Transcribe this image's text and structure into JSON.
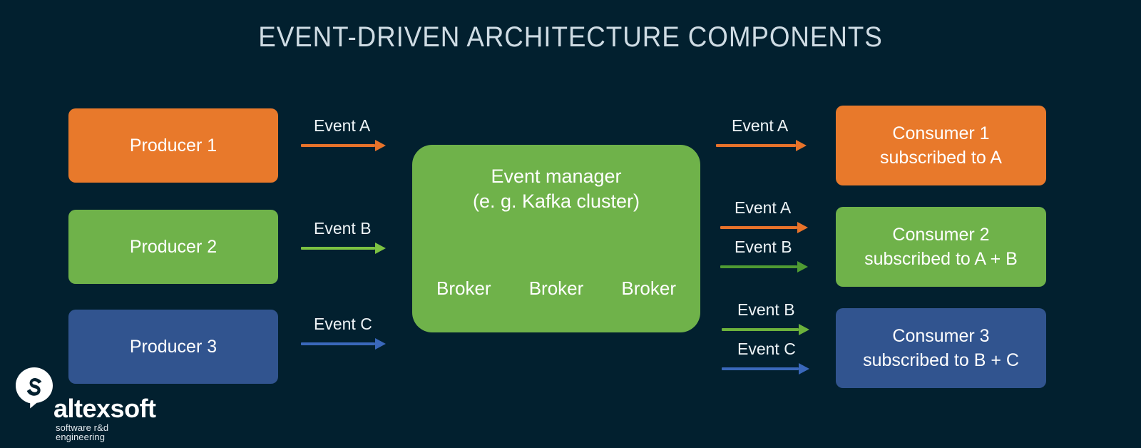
{
  "title": "EVENT-DRIVEN ARCHITECTURE COMPONENTS",
  "colors": {
    "background": "#02202f",
    "orange": "#e8792b",
    "green": "#6fb24a",
    "blue": "#31548f",
    "arrow_orange": "#e8732a",
    "arrow_green_left": "#7cc242",
    "arrow_green_right": "#4f9b33",
    "arrow_blue": "#3a68bb",
    "title_text": "#cfdce4",
    "node_text": "#ffffff"
  },
  "producers": [
    {
      "label": "Producer 1",
      "color_key": "orange"
    },
    {
      "label": "Producer 2",
      "color_key": "green"
    },
    {
      "label": "Producer 3",
      "color_key": "blue"
    }
  ],
  "event_manager": {
    "title_line1": "Event manager",
    "title_line2": "(e. g. Kafka cluster)",
    "brokers": [
      "Broker",
      "Broker",
      "Broker"
    ]
  },
  "consumers": [
    {
      "line1": "Consumer 1",
      "line2": "subscribed to A",
      "color_key": "orange"
    },
    {
      "line1": "Consumer 2",
      "line2": "subscribed to A + B",
      "color_key": "green"
    },
    {
      "line1": "Consumer 3",
      "line2": "subscribed to B + C",
      "color_key": "blue"
    }
  ],
  "left_arrows": [
    {
      "label": "Event A",
      "color": "#e8732a"
    },
    {
      "label": "Event B",
      "color": "#7cc242"
    },
    {
      "label": "Event C",
      "color": "#3a68bb"
    }
  ],
  "right_arrows": [
    {
      "label": "Event A",
      "color": "#e8732a"
    },
    {
      "label": "Event A",
      "color": "#e8732a"
    },
    {
      "label": "Event B",
      "color": "#4f9b33"
    },
    {
      "label": "Event B",
      "color": "#6cb23c"
    },
    {
      "label": "Event C",
      "color": "#3a68bb"
    }
  ],
  "logo": {
    "wordmark": "altexsoft",
    "tagline": "software r&d engineering"
  }
}
